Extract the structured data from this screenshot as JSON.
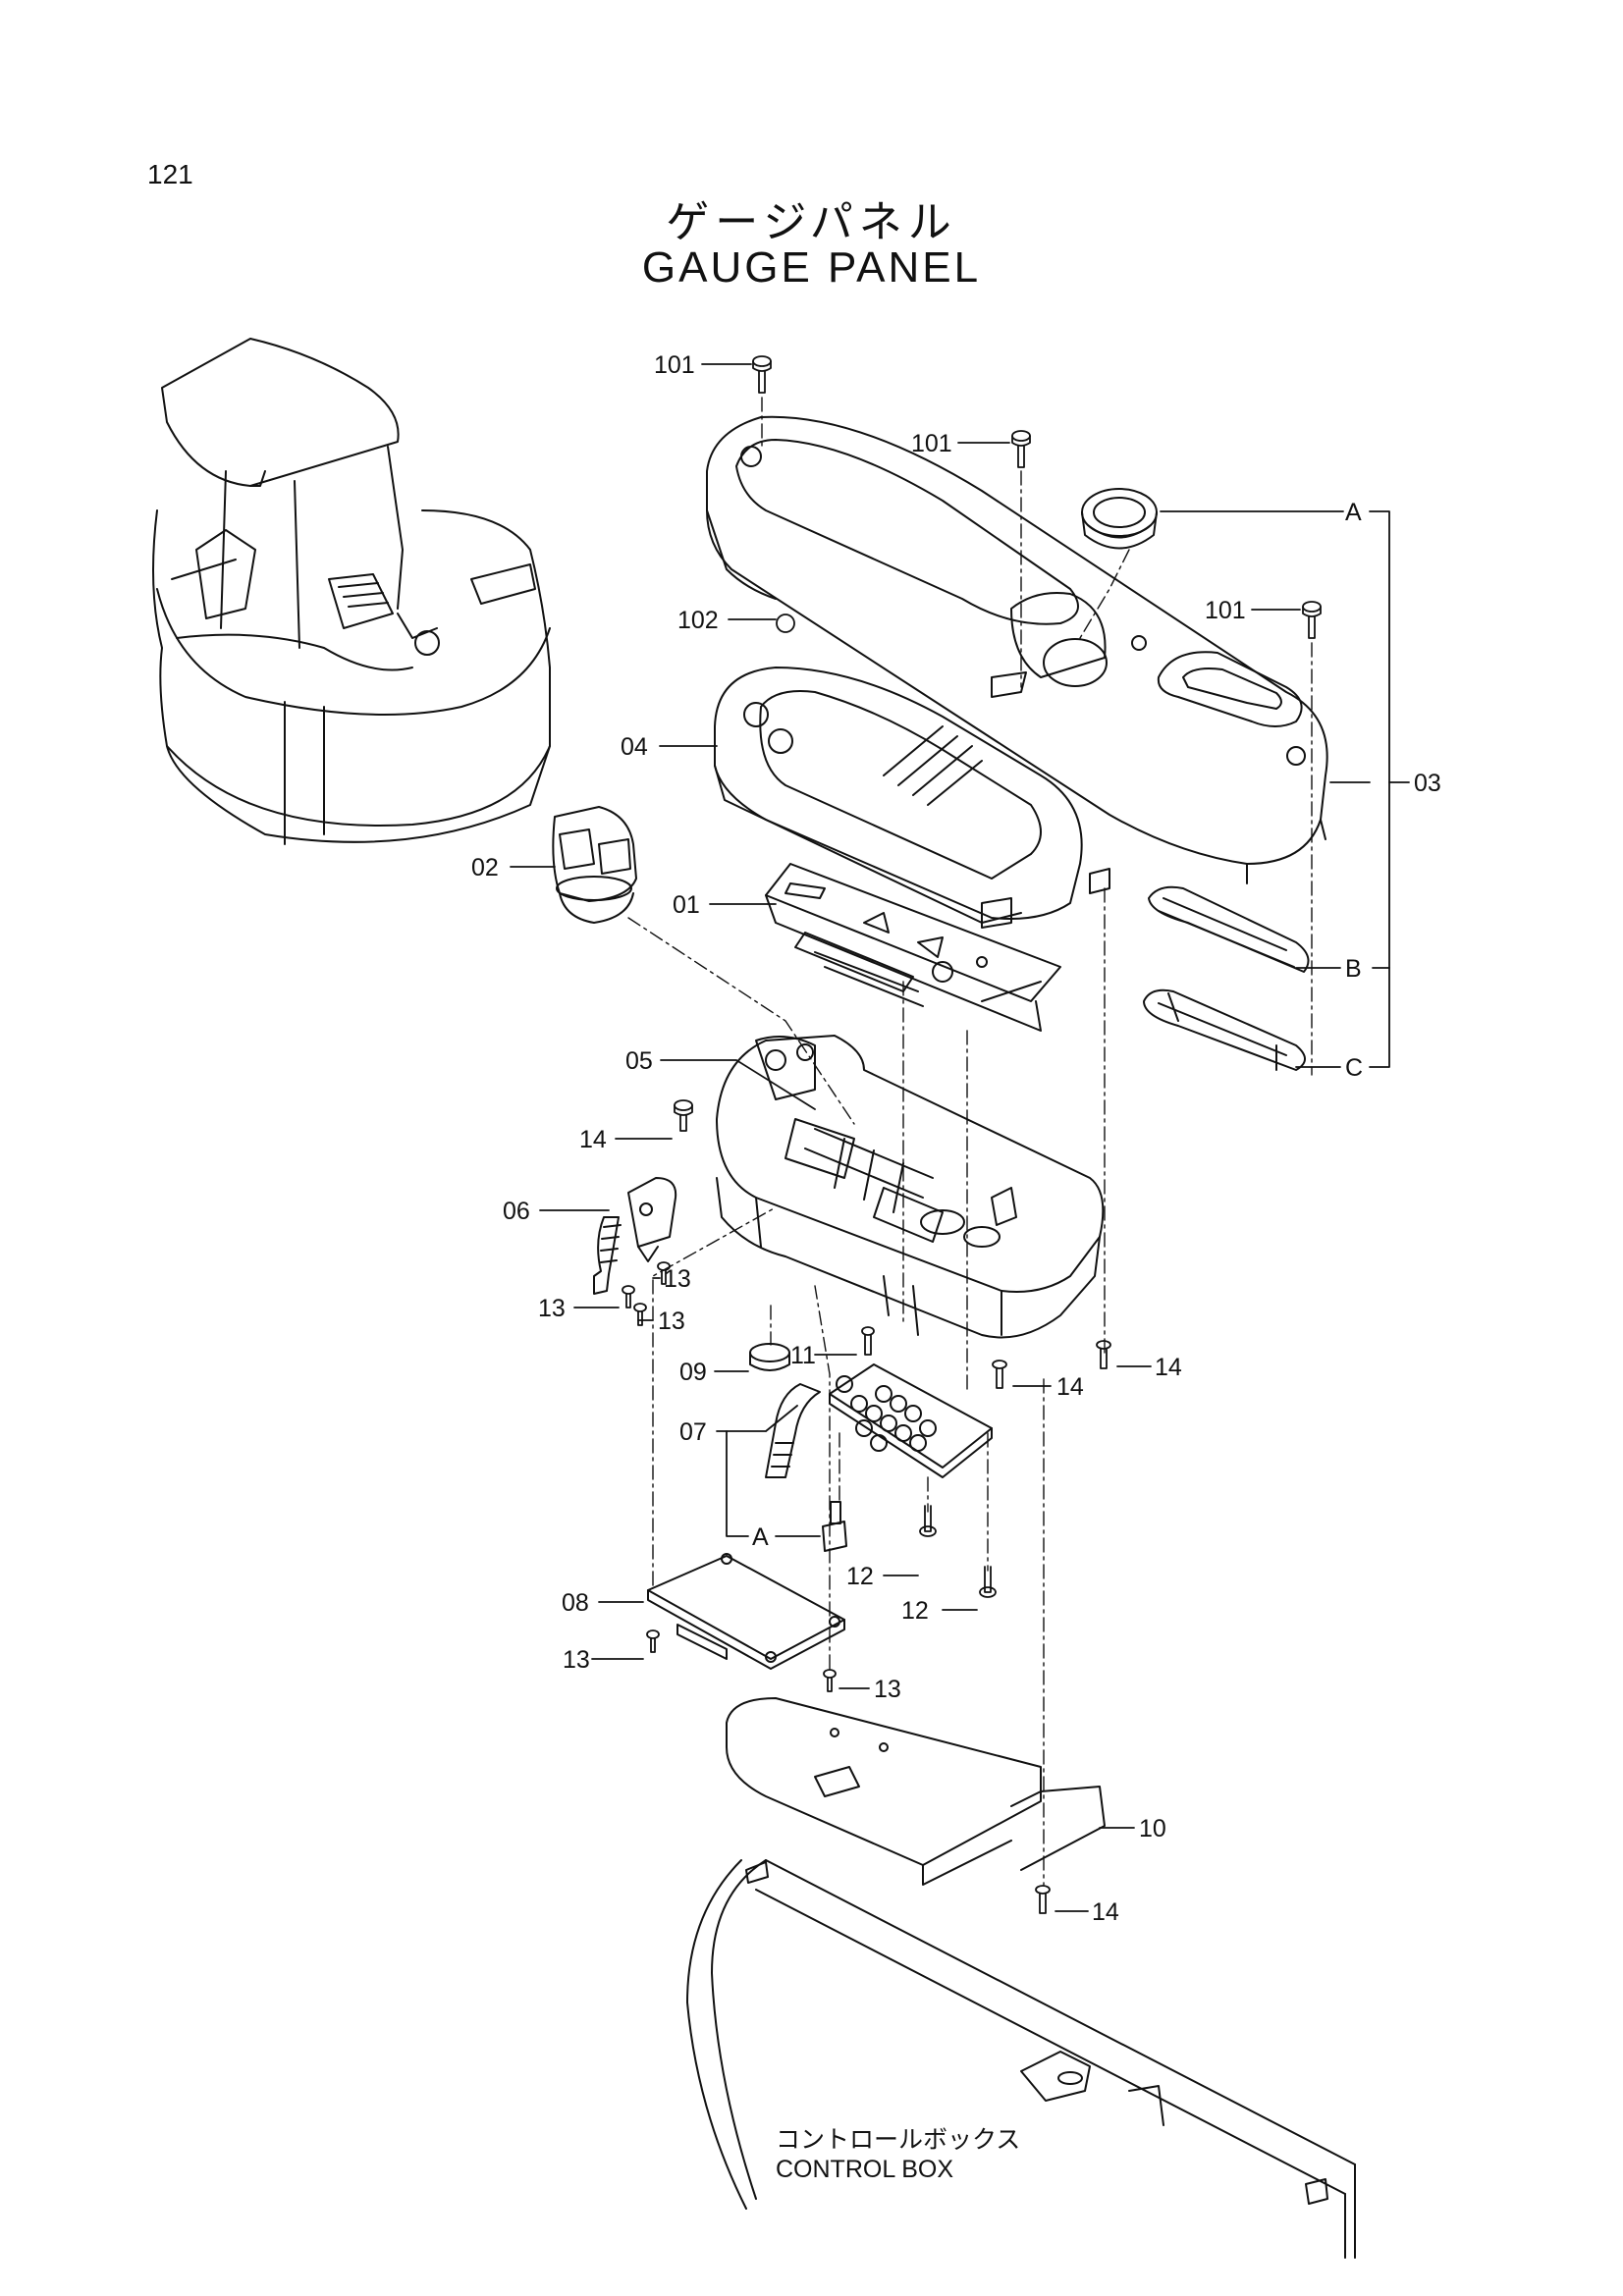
{
  "page_number": "121",
  "title_jp": "ゲージパネル",
  "title_en": "GAUGE PANEL",
  "control_box": {
    "label_jp": "コントロールボックス",
    "label_en": "CONTROL BOX"
  },
  "callouts": {
    "c101a": "101",
    "c101b": "101",
    "c101c": "101",
    "c102": "102",
    "cA1": "A",
    "c03": "03",
    "c04": "04",
    "c02": "02",
    "c01": "01",
    "cB": "B",
    "cC": "C",
    "c05": "05",
    "c14a": "14",
    "c06": "06",
    "c13a": "13",
    "c13b": "13",
    "c13c": "13",
    "c11": "11",
    "c09": "09",
    "c14b": "14",
    "c14c": "14",
    "c07": "07",
    "cA2": "A",
    "c12a": "12",
    "c12b": "12",
    "c08": "08",
    "c13d": "13",
    "c13e": "13",
    "c10": "10",
    "c14d": "14"
  }
}
